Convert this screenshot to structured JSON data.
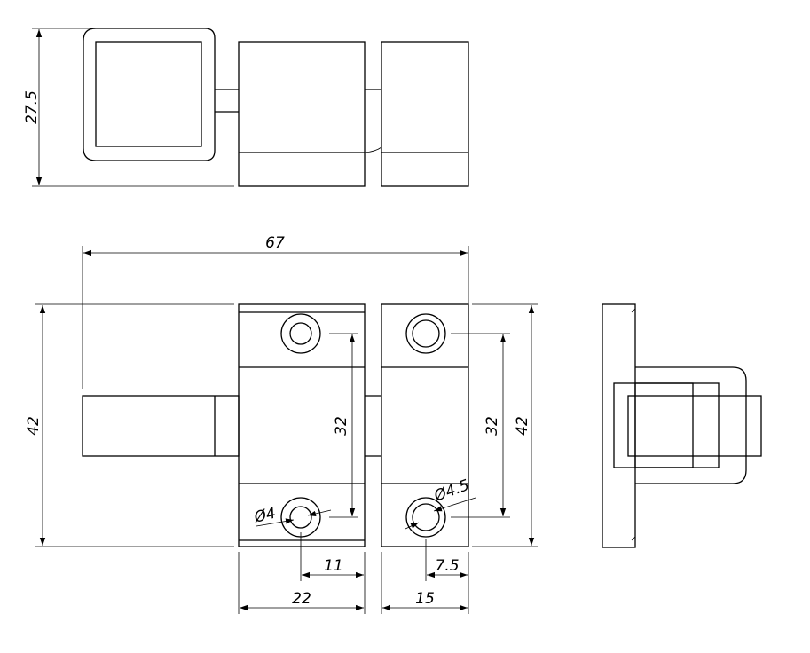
{
  "dimensions": {
    "top_height": "27.5",
    "overall_width": "67",
    "left_height": "42",
    "hole_spacing_left": "32",
    "hole_spacing_right": "32",
    "right_height": "42",
    "hole_dia_small": "Ø4",
    "hole_dia_large": "Ø4.5",
    "hole_offset_left": "11",
    "hole_offset_right": "7.5",
    "block_width_left": "22",
    "block_width_right": "15"
  },
  "colors": {
    "line": "#000000",
    "background": "#ffffff"
  }
}
